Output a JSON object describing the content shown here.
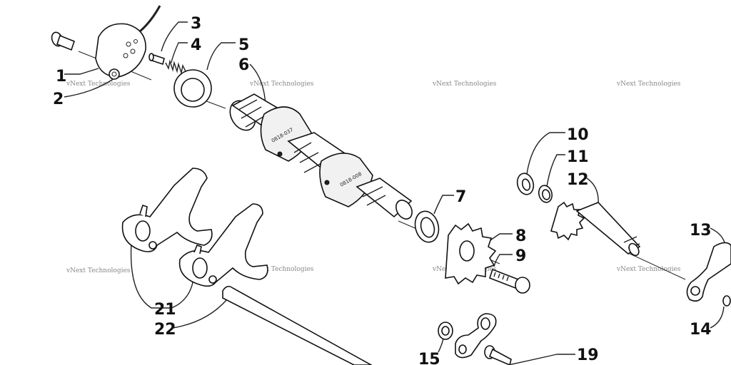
{
  "callouts": [
    "1",
    "2",
    "3",
    "4",
    "5",
    "6",
    "7",
    "8",
    "9",
    "10",
    "11",
    "12",
    "13",
    "14",
    "15",
    "19",
    "21",
    "22"
  ],
  "watermark": "vNext Technologies",
  "stamps": [
    "0818-037",
    "0818-008"
  ]
}
